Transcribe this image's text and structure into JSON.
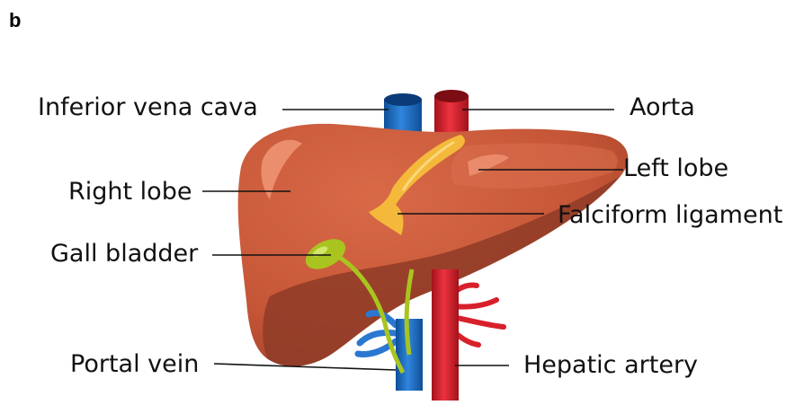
{
  "panel_label": "b",
  "labels": {
    "inferior_vena_cava": "Inferior vena cava",
    "aorta": "Aorta",
    "right_lobe": "Right lobe",
    "left_lobe": "Left lobe",
    "falciform_ligament": "Falciform ligament",
    "gall_bladder": "Gall bladder",
    "portal_vein": "Portal vein",
    "hepatic_artery": "Hepatic artery"
  },
  "colors": {
    "liver": "#c85a3c",
    "liver_highlight": "#e07d5d",
    "liver_shadow": "#8e3b27",
    "vena_cava_blue": "#1f6fc4",
    "aorta_red": "#d8202b",
    "ligament_yellow": "#f4b93a",
    "gall_bladder_green": "#a9c41f",
    "leader_line": "#111111"
  }
}
